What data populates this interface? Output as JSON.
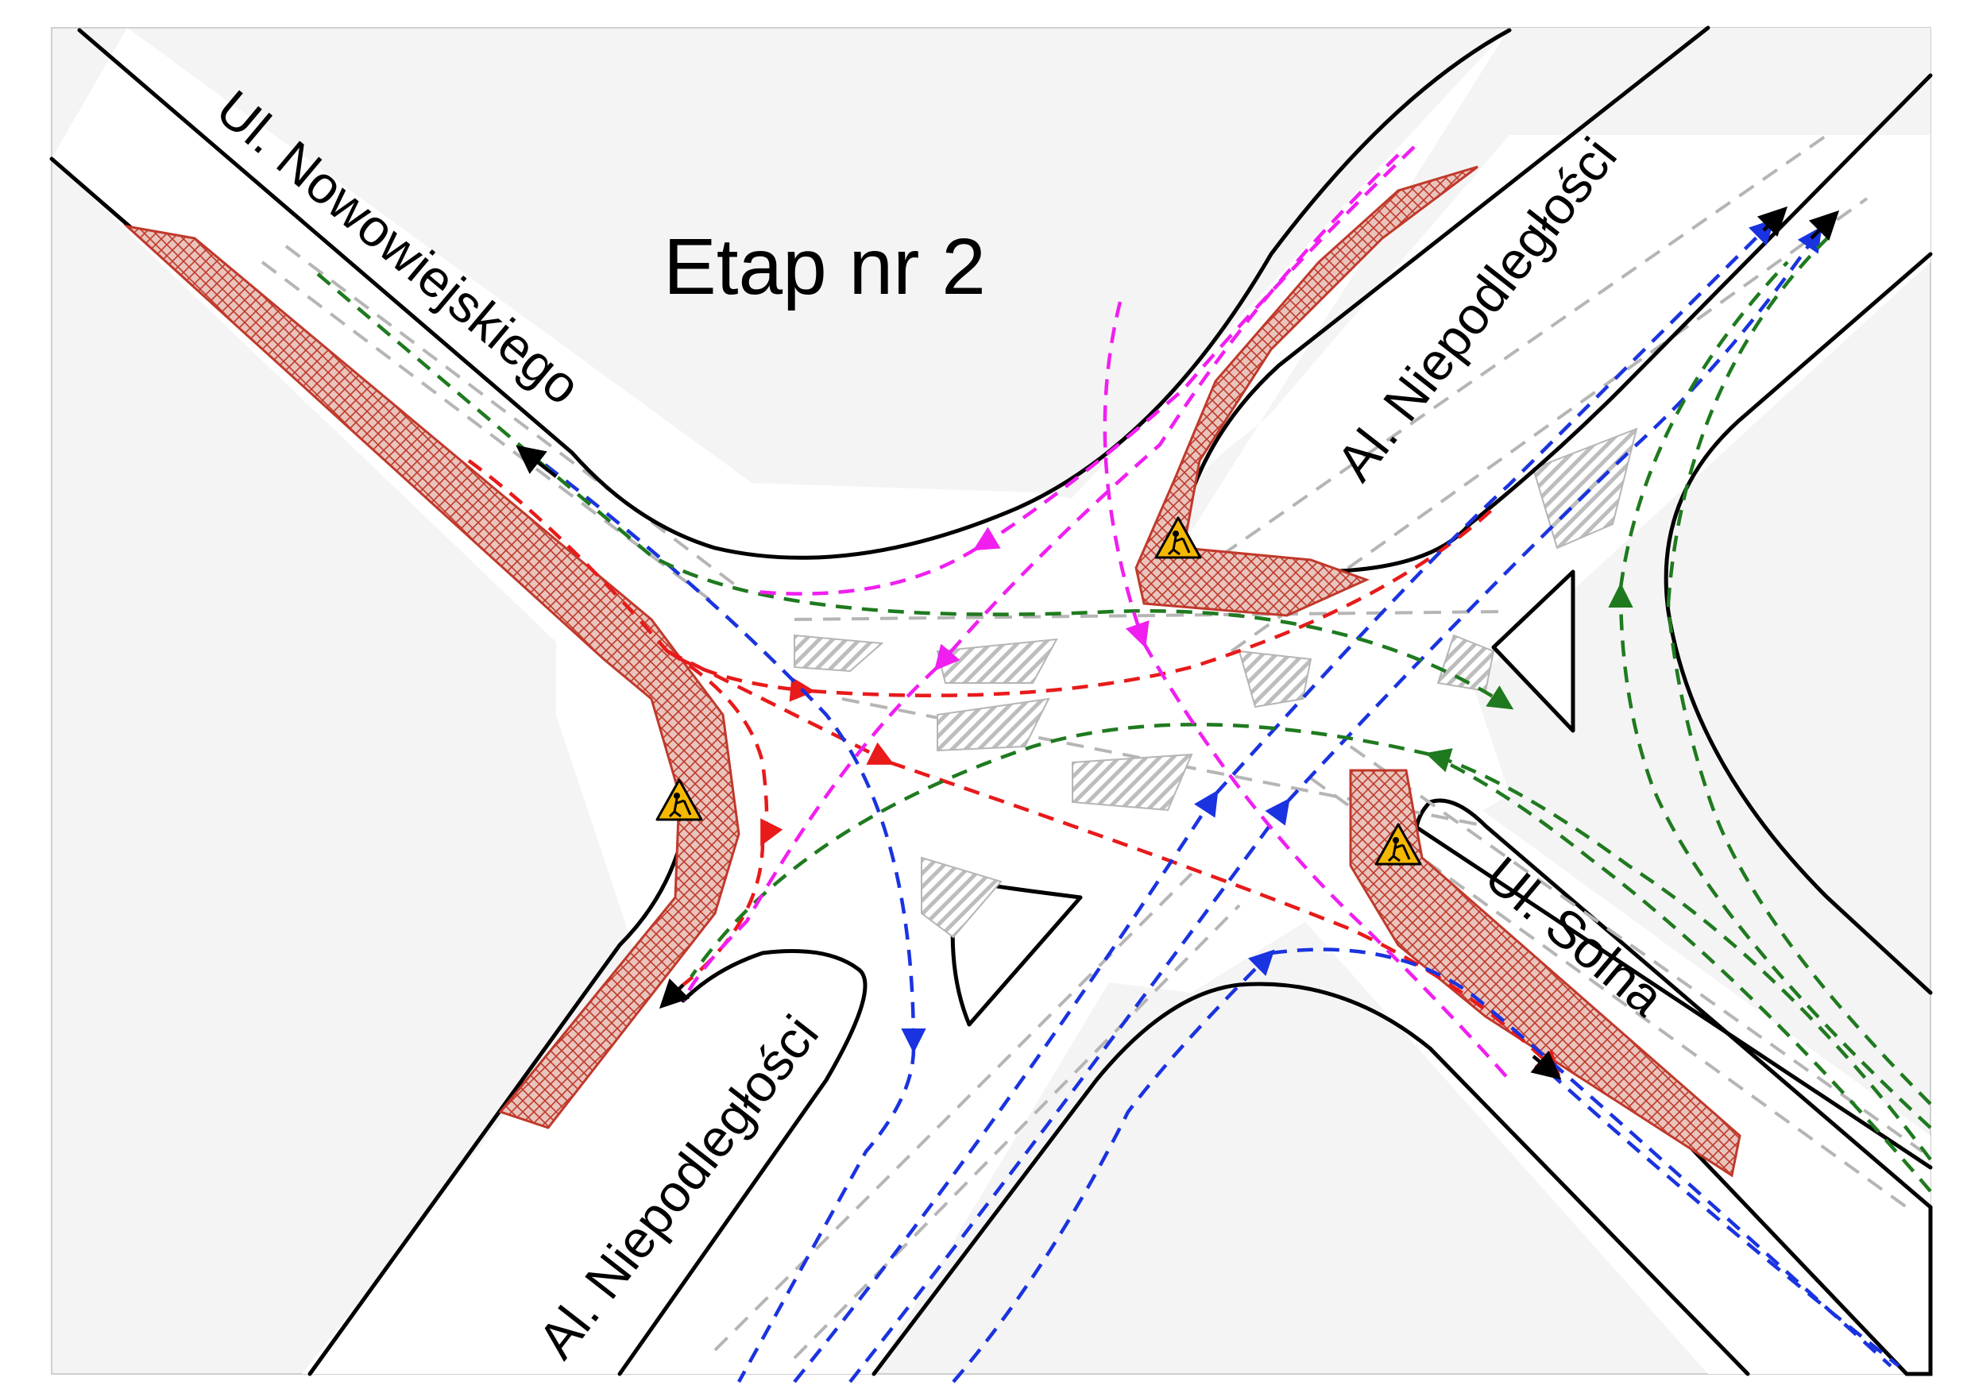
{
  "title": "Etap nr 2",
  "streets": {
    "nowowiejskiego": "Ul. Nowowiejskiego",
    "niepodleglosci_ne": "Al. Niepodległości",
    "niepodleglosci_sw": "Al. Niepodległości",
    "solna": "Ul. Solna"
  },
  "colors": {
    "road_edge": "#000000",
    "road_fill": "#ffffff",
    "background": "#f4f4f4",
    "closed_area": "#c0392b",
    "route_red": "#e81a1a",
    "route_blue": "#1a33e0",
    "route_green": "#1f7a1f",
    "route_magenta": "#f01ff0",
    "route_black": "#000000",
    "sign_fill": "#f5b800"
  },
  "icons": {
    "roadwork_sign": "roadwork-sign-icon"
  }
}
